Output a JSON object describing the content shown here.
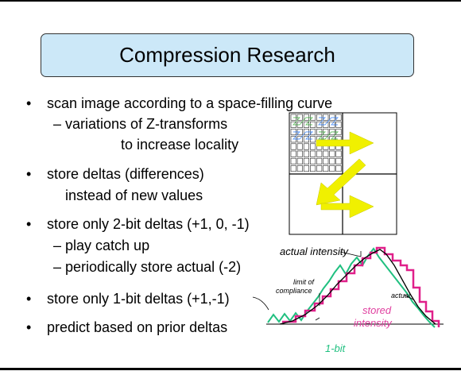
{
  "slide": {
    "title": "Compression Research",
    "bullets": [
      {
        "text": "scan image according to a space-filling curve",
        "subs": [
          "– variations of Z-transforms",
          "to increase locality"
        ]
      },
      {
        "text": "store deltas (differences)",
        "subs": [
          "instead of new values"
        ]
      },
      {
        "text": "store only 2-bit deltas (+1, 0, -1)",
        "subs": [
          "– play catch up",
          "– periodically store actual (-2)"
        ]
      },
      {
        "text": "store only 1-bit deltas (+1,-1)",
        "subs": []
      },
      {
        "text": "predict based on prior deltas",
        "subs": []
      }
    ],
    "bullet_symbol": "•"
  },
  "diagram": {
    "labels": {
      "actual_intensity": "actual intensity",
      "limit_line1": "limit of",
      "limit_line2": "compliance",
      "actual": "actual",
      "stored_line1": "stored",
      "stored_line2": "intensity",
      "one_bit": "1-bit"
    },
    "colors": {
      "arrow": "#f0f000",
      "actual": "#000000",
      "stored": "#e0208a",
      "one_bit": "#20c080",
      "stored_label": "#e040a0"
    }
  }
}
